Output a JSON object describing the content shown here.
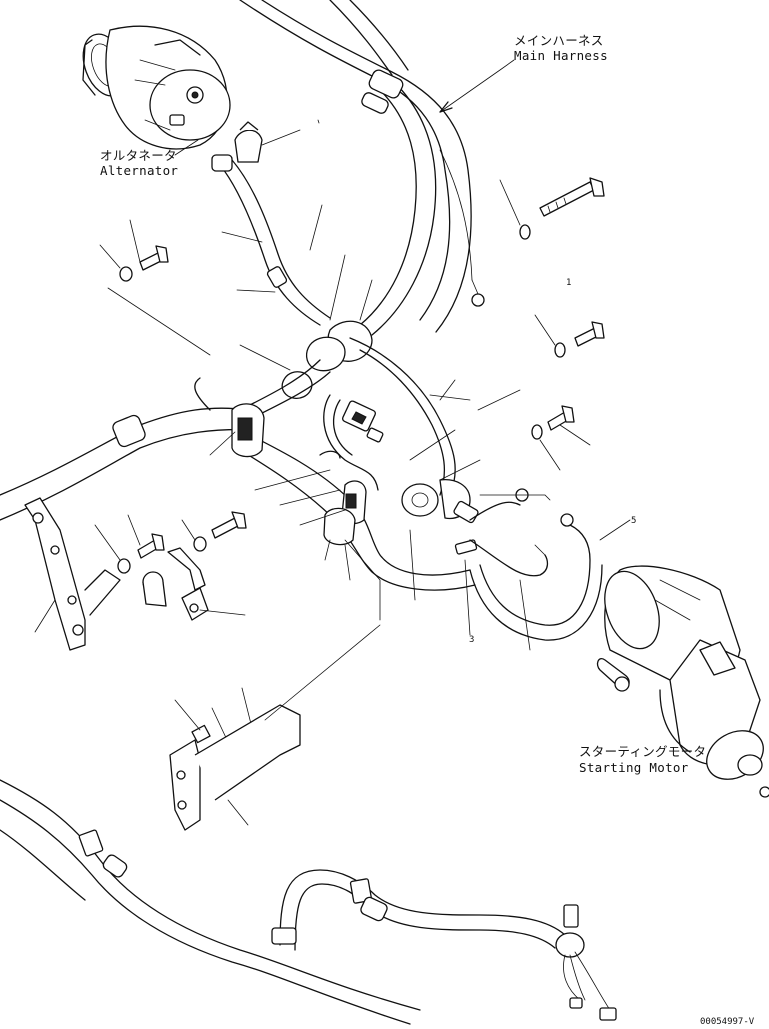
{
  "labels": {
    "main_harness_jp": "メインハーネス",
    "main_harness_en": "Main Harness",
    "alternator_jp": "オルタネータ",
    "alternator_en": "Alternator",
    "starting_motor_jp": "スターティングモータ",
    "starting_motor_en": "Starting Motor"
  },
  "callouts": {
    "c1": "1",
    "c3": "3",
    "c5": "5"
  },
  "drawing_number": "00054997-V"
}
